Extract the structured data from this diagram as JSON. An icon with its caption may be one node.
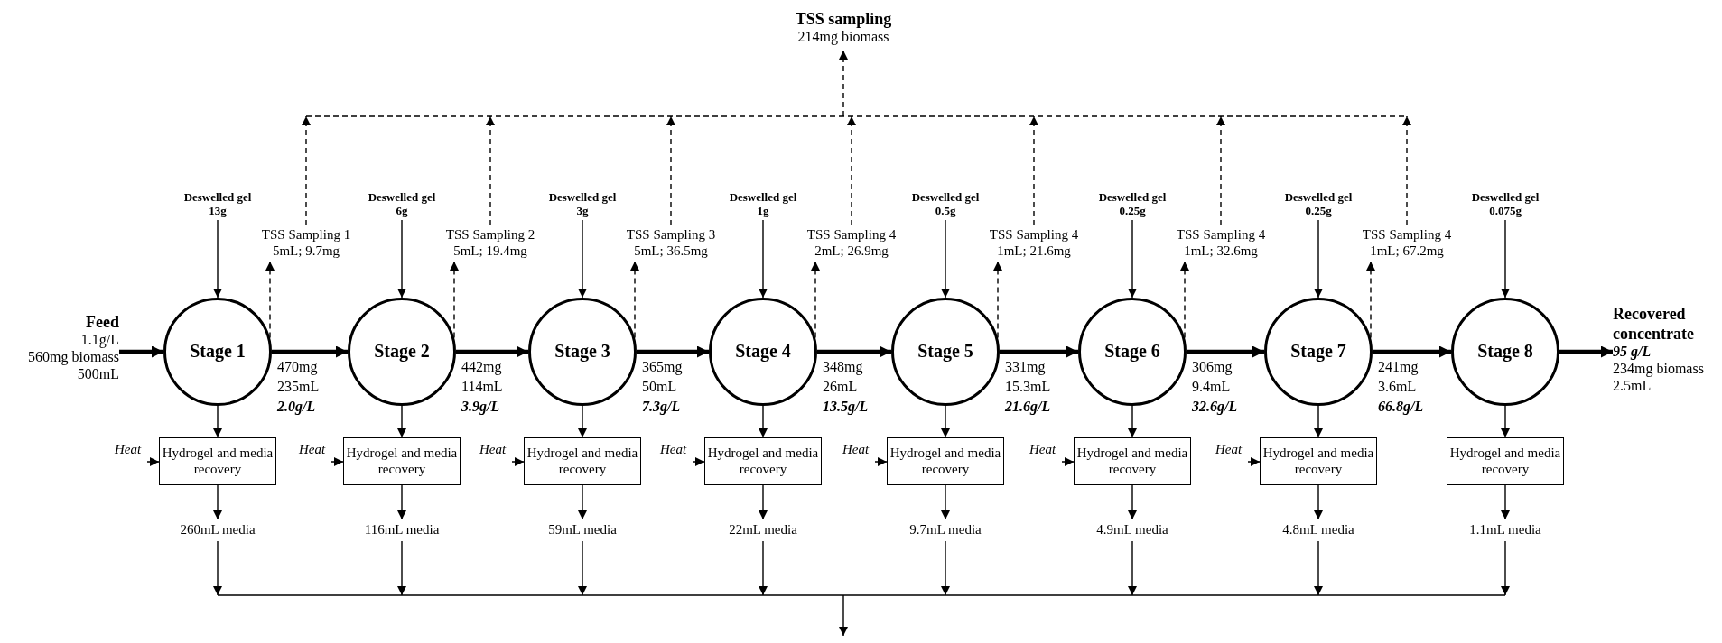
{
  "diagram": {
    "nodes": [
      {
        "text": [
          "TSS sampling",
          "214mg biomass"
        ]
      },
      {
        "text": [
          "Feed",
          "1.1g/L",
          "560mg biomass",
          "500mL"
        ]
      },
      {
        "text": [
          "Deswelled gel",
          "13g"
        ]
      },
      {
        "text": [
          "TSS Sampling 1",
          "5mL; 9.7mg"
        ]
      },
      {
        "text": [
          "Stage 1"
        ]
      },
      {
        "text": [
          "Heat"
        ]
      },
      {
        "text": [
          "Hydrogel and media recovery"
        ]
      },
      {
        "text": [
          "260mL media"
        ]
      },
      {
        "text": [
          "Deswelled gel",
          "6g"
        ]
      },
      {
        "text": [
          "TSS Sampling 2",
          "5mL; 19.4mg"
        ]
      },
      {
        "text": [
          "Stage 2"
        ]
      },
      {
        "text": [
          "Heat"
        ]
      },
      {
        "text": [
          "Hydrogel and media recovery"
        ]
      },
      {
        "text": [
          "116mL media"
        ]
      },
      {
        "text": [
          "Deswelled gel",
          "3g"
        ]
      },
      {
        "text": [
          "TSS Sampling 3",
          "5mL; 36.5mg"
        ]
      },
      {
        "text": [
          "Stage 3"
        ]
      },
      {
        "text": [
          "Heat"
        ]
      },
      {
        "text": [
          "Hydrogel and media recovery"
        ]
      },
      {
        "text": [
          "59mL media"
        ]
      },
      {
        "text": [
          "Deswelled gel",
          "1g"
        ]
      },
      {
        "text": [
          "TSS Sampling 4",
          "2mL; 26.9mg"
        ]
      },
      {
        "text": [
          "Stage 4"
        ]
      },
      {
        "text": [
          "Heat"
        ]
      },
      {
        "text": [
          "Hydrogel and media recovery"
        ]
      },
      {
        "text": [
          "22mL media"
        ]
      },
      {
        "text": [
          "Deswelled gel",
          "0.5g"
        ]
      },
      {
        "text": [
          "TSS Sampling 4",
          "1mL; 21.6mg"
        ]
      },
      {
        "text": [
          "Stage 5"
        ]
      },
      {
        "text": [
          "Heat"
        ]
      },
      {
        "text": [
          "Hydrogel and media recovery"
        ]
      },
      {
        "text": [
          "9.7mL media"
        ]
      },
      {
        "text": [
          "Deswelled gel",
          "0.25g"
        ]
      },
      {
        "text": [
          "TSS Sampling 4",
          "1mL; 32.6mg"
        ]
      },
      {
        "text": [
          "Stage 6"
        ]
      },
      {
        "text": [
          "Heat"
        ]
      },
      {
        "text": [
          "Hydrogel and media recovery"
        ]
      },
      {
        "text": [
          "4.9mL media"
        ]
      },
      {
        "text": [
          "Deswelled gel",
          "0.25g"
        ]
      },
      {
        "text": [
          "TSS Sampling 4",
          "1mL; 67.2mg"
        ]
      },
      {
        "text": [
          "Stage 7"
        ]
      },
      {
        "text": [
          "Heat"
        ]
      },
      {
        "text": [
          "Hydrogel and media recovery"
        ]
      },
      {
        "text": [
          "4.8mL media"
        ]
      },
      {
        "text": [
          "Deswelled gel",
          "0.075g"
        ]
      },
      {
        "text": [
          "Stage 8"
        ]
      },
      {
        "text": [
          "Hydrogel and media recovery"
        ]
      },
      {
        "text": [
          "1.1mL media"
        ]
      },
      {
        "text": [
          "Recovered concentrate",
          "95 g/L",
          "234mg biomass",
          "2.5mL"
        ]
      }
    ],
    "edges": [
      {
        "from": 1,
        "to": 4,
        "arrow": "to",
        "style": "thick"
      },
      {
        "from": 2,
        "to": 4,
        "arrow": "to"
      },
      {
        "from": 4,
        "to": 10,
        "arrow": "to",
        "style": "thick"
      },
      {
        "from": 4,
        "to": 6,
        "arrow": "to"
      },
      {
        "from": 5,
        "to": 6,
        "arrow": "to",
        "style": "dashed"
      },
      {
        "from": 6,
        "to": 7,
        "arrow": "to"
      },
      {
        "from": 7,
        "to": null,
        "arrow": "to"
      },
      {
        "from": 4,
        "to": 3,
        "arrow": "to",
        "style": "dashed"
      },
      {
        "from": 3,
        "to": 0,
        "arrow": "to",
        "style": "dashed"
      },
      {
        "from": 8,
        "to": 10,
        "arrow": "to"
      },
      {
        "from": 10,
        "to": 16,
        "arrow": "to",
        "style": "thick"
      },
      {
        "from": 10,
        "to": 12,
        "arrow": "to"
      },
      {
        "from": 11,
        "to": 12,
        "arrow": "to",
        "style": "dashed"
      },
      {
        "from": 12,
        "to": 13,
        "arrow": "to"
      },
      {
        "from": 13,
        "to": null,
        "arrow": "to"
      },
      {
        "from": 10,
        "to": 9,
        "arrow": "to",
        "style": "dashed"
      },
      {
        "from": 9,
        "to": 0,
        "arrow": "to",
        "style": "dashed"
      },
      {
        "from": 14,
        "to": 16,
        "arrow": "to"
      },
      {
        "from": 16,
        "to": 22,
        "arrow": "to",
        "style": "thick"
      },
      {
        "from": 16,
        "to": 18,
        "arrow": "to"
      },
      {
        "from": 17,
        "to": 18,
        "arrow": "to",
        "style": "dashed"
      },
      {
        "from": 18,
        "to": 19,
        "arrow": "to"
      },
      {
        "from": 19,
        "to": null,
        "arrow": "to"
      },
      {
        "from": 16,
        "to": 15,
        "arrow": "to",
        "style": "dashed"
      },
      {
        "from": 15,
        "to": 0,
        "arrow": "to",
        "style": "dashed"
      },
      {
        "from": 20,
        "to": 22,
        "arrow": "to"
      },
      {
        "from": 22,
        "to": 28,
        "arrow": "to",
        "style": "thick"
      },
      {
        "from": 22,
        "to": 24,
        "arrow": "to"
      },
      {
        "from": 23,
        "to": 24,
        "arrow": "to",
        "style": "dashed"
      },
      {
        "from": 24,
        "to": 25,
        "arrow": "to"
      },
      {
        "from": 25,
        "to": null,
        "arrow": "to"
      },
      {
        "from": 22,
        "to": 21,
        "arrow": "to",
        "style": "dashed"
      },
      {
        "from": 21,
        "to": 0,
        "arrow": "to",
        "style": "dashed"
      },
      {
        "from": 26,
        "to": 28,
        "arrow": "to"
      },
      {
        "from": 28,
        "to": 34,
        "arrow": "to",
        "style": "thick"
      },
      {
        "from": 28,
        "to": 30,
        "arrow": "to"
      },
      {
        "from": 29,
        "to": 30,
        "arrow": "to",
        "style": "dashed"
      },
      {
        "from": 30,
        "to": 31,
        "arrow": "to"
      },
      {
        "from": 31,
        "to": null,
        "arrow": "to"
      },
      {
        "from": 28,
        "to": 27,
        "arrow": "to",
        "style": "dashed"
      },
      {
        "from": 27,
        "to": 0,
        "arrow": "to",
        "style": "dashed"
      },
      {
        "from": 32,
        "to": 34,
        "arrow": "to"
      },
      {
        "from": 34,
        "to": 40,
        "arrow": "to",
        "style": "thick"
      },
      {
        "from": 34,
        "to": 36,
        "arrow": "to"
      },
      {
        "from": 35,
        "to": 36,
        "arrow": "to",
        "style": "dashed"
      },
      {
        "from": 36,
        "to": 37,
        "arrow": "to"
      },
      {
        "from": 37,
        "to": null,
        "arrow": "to"
      },
      {
        "from": 34,
        "to": 33,
        "arrow": "to",
        "style": "dashed"
      },
      {
        "from": 33,
        "to": 0,
        "arrow": "to",
        "style": "dashed"
      },
      {
        "from": 38,
        "to": 40,
        "arrow": "to"
      },
      {
        "from": 40,
        "to": 45,
        "arrow": "to",
        "style": "thick"
      },
      {
        "from": 40,
        "to": 42,
        "arrow": "to"
      },
      {
        "from": 41,
        "to": 42,
        "arrow": "to",
        "style": "dashed"
      },
      {
        "from": 42,
        "to": 43,
        "arrow": "to"
      },
      {
        "from": 43,
        "to": null,
        "arrow": "to"
      },
      {
        "from": 40,
        "to": 39,
        "arrow": "to",
        "style": "dashed"
      },
      {
        "from": 39,
        "to": 0,
        "arrow": "to",
        "style": "dashed"
      },
      {
        "from": 44,
        "to": 45,
        "arrow": "to"
      },
      {
        "from": 45,
        "to": 48,
        "arrow": "to",
        "style": "thick"
      },
      {
        "from": 45,
        "to": 46,
        "arrow": "to"
      },
      {
        "from": 46,
        "to": 47,
        "arrow": "to"
      },
      {
        "from": 47,
        "to": null,
        "arrow": "to"
      }
    ],
    "labels": [
      "470mg",
      "235mL",
      "2.0g/L",
      "442mg",
      "114mL",
      "3.9g/L",
      "365mg",
      "50mL",
      "7.3g/L",
      "348mg",
      "26mL",
      "13.5g/L",
      "331mg",
      "15.3mL",
      "21.6g/L",
      "306mg",
      "9.4mL",
      "32.6g/L",
      "241mg",
      "3.6mL",
      "66.8g/L"
    ]
  }
}
